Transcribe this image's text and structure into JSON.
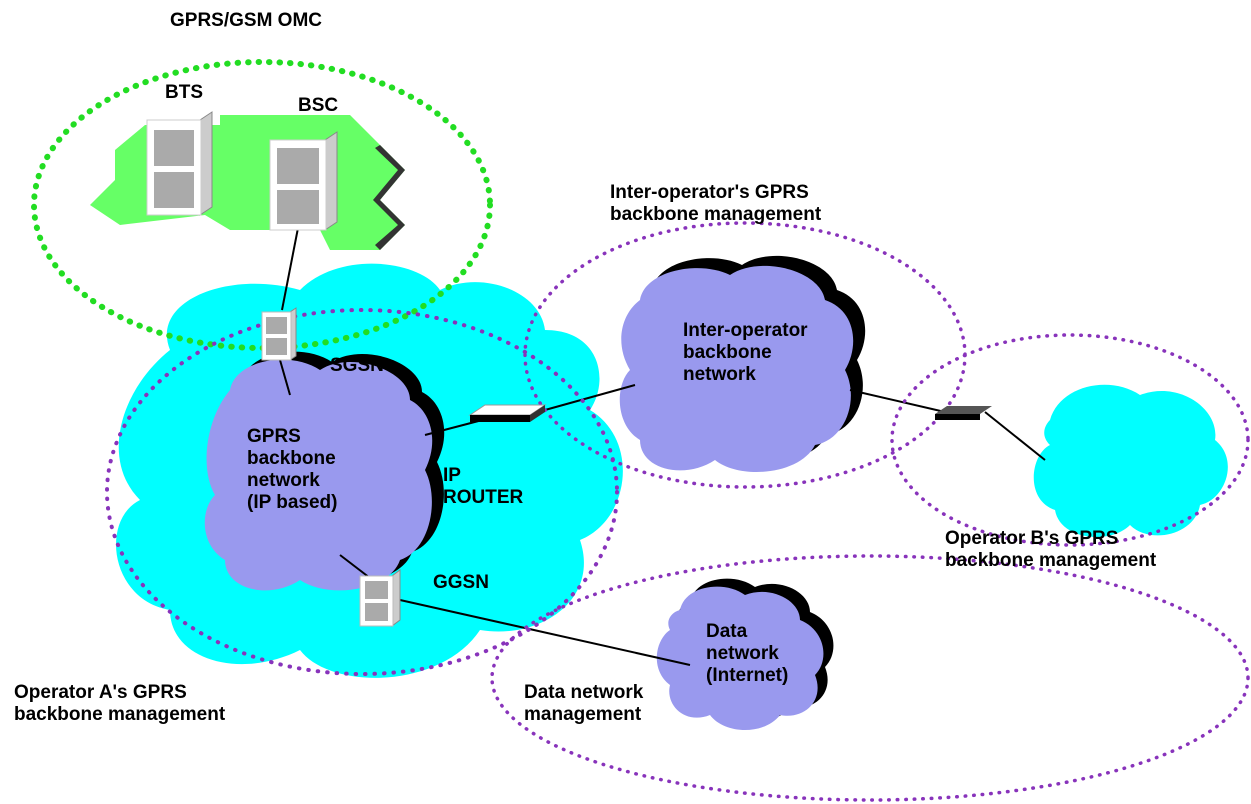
{
  "title_partial": "Management Map… Managem",
  "header_label": "GPRS/GSM OMC",
  "labels": {
    "bts": "BTS",
    "bsc": "BSC",
    "sgsn": "SGSN",
    "ggsn": "GGSN",
    "ip_router": "IP\nROUTER",
    "gprs_backbone": "GPRS\nbackbone\nnetwork\n(IP based)",
    "inter_operator_backbone": "Inter-operator\nbackbone\nnetwork",
    "data_network": "Data\nnetwork\n(Internet)",
    "inter_operator_mgmt": "Inter-operator's GPRS\nbackbone management",
    "operator_b_mgmt": "Operator B's GPRS\nbackbone management",
    "operator_a_mgmt": "Operator A's GPRS\nbackbone management",
    "data_network_mgmt": "Data network\nmanagement"
  },
  "colors": {
    "omc_ring": "#22dd22",
    "mgmt_ring": "#8833bb",
    "operator_cloud": "#00ffff",
    "backbone_cloud": "#9999ee",
    "bss_area": "#66ff66",
    "node_box": "#aaaaaa"
  },
  "icons": {
    "bts": "server-rack-icon",
    "bsc": "server-rack-icon",
    "sgsn": "server-rack-icon",
    "ggsn": "server-rack-icon",
    "router": "router-icon"
  }
}
